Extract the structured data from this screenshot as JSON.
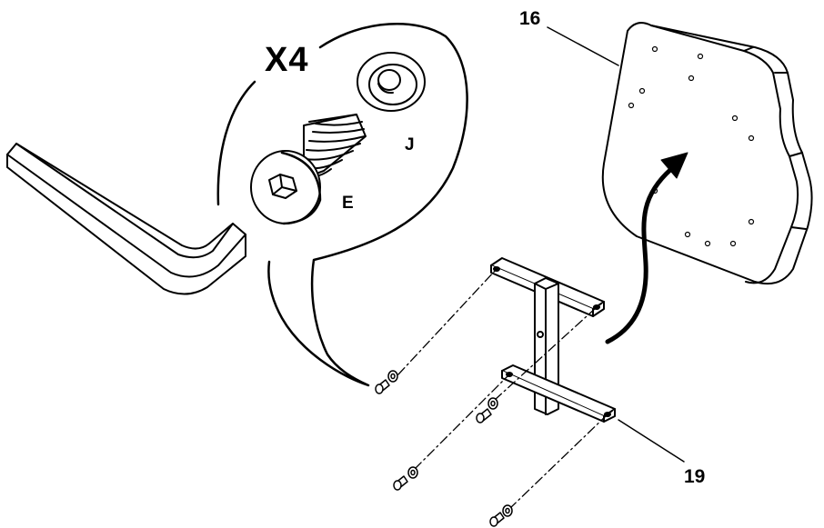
{
  "callout": {
    "quantity": "X4",
    "washer_letter": "J",
    "screw_letter": "E"
  },
  "parts": {
    "backrest_number": "16",
    "bracket_number": "19"
  },
  "colors": {
    "line": "#000000",
    "background": "#ffffff",
    "fill": "#ffffff"
  },
  "icons": [
    "allen-key",
    "washer",
    "button-head-hex-screw",
    "curved-arrow",
    "backrest-pad",
    "t-bracket"
  ]
}
